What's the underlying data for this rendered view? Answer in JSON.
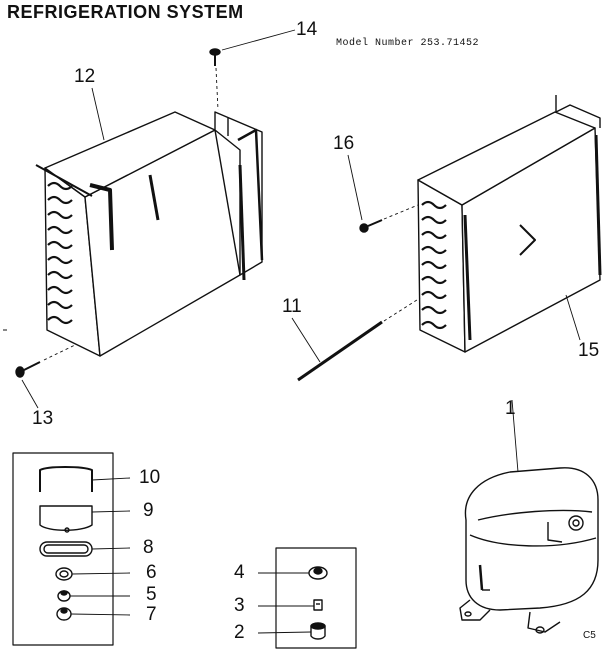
{
  "header": {
    "title": "REFRIGERATION SYSTEM",
    "model_number": "Model Number 253.71452"
  },
  "parts": [
    {
      "id": "p14",
      "label": "14"
    },
    {
      "id": "p12",
      "label": "12"
    },
    {
      "id": "p16",
      "label": "16"
    },
    {
      "id": "p11",
      "label": "11"
    },
    {
      "id": "p15",
      "label": "15"
    },
    {
      "id": "p13",
      "label": "13"
    },
    {
      "id": "p1",
      "label": "1"
    },
    {
      "id": "p10",
      "label": "10"
    },
    {
      "id": "p9",
      "label": "9"
    },
    {
      "id": "p8",
      "label": "8"
    },
    {
      "id": "p6",
      "label": "6"
    },
    {
      "id": "p5",
      "label": "5"
    },
    {
      "id": "p7",
      "label": "7"
    },
    {
      "id": "p4",
      "label": "4"
    },
    {
      "id": "p3",
      "label": "3"
    },
    {
      "id": "p2",
      "label": "2"
    }
  ],
  "footer": {
    "corner_code": "C5"
  }
}
